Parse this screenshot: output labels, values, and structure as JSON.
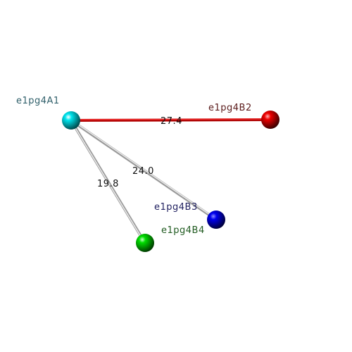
{
  "nodes": [
    {
      "id": "A1",
      "label": "e1pg4A1",
      "color": "#00e5ee",
      "label_color": "#2f5f6a"
    },
    {
      "id": "B2",
      "label": "e1pg4B2",
      "color": "#ee0000",
      "label_color": "#5a1a1a"
    },
    {
      "id": "B3",
      "label": "e1pg4B3",
      "color": "#0000ee",
      "label_color": "#1f1f5f"
    },
    {
      "id": "B4",
      "label": "e1pg4B4",
      "color": "#00dd00",
      "label_color": "#1f5a1f"
    }
  ],
  "edges": [
    {
      "from": "A1",
      "to": "B2",
      "distance": "27.4",
      "color": "#cc0000"
    },
    {
      "from": "A1",
      "to": "B3",
      "distance": "24.0",
      "color": "#d0d0d0"
    },
    {
      "from": "A1",
      "to": "B4",
      "distance": "19.8",
      "color": "#d0d0d0"
    }
  ]
}
